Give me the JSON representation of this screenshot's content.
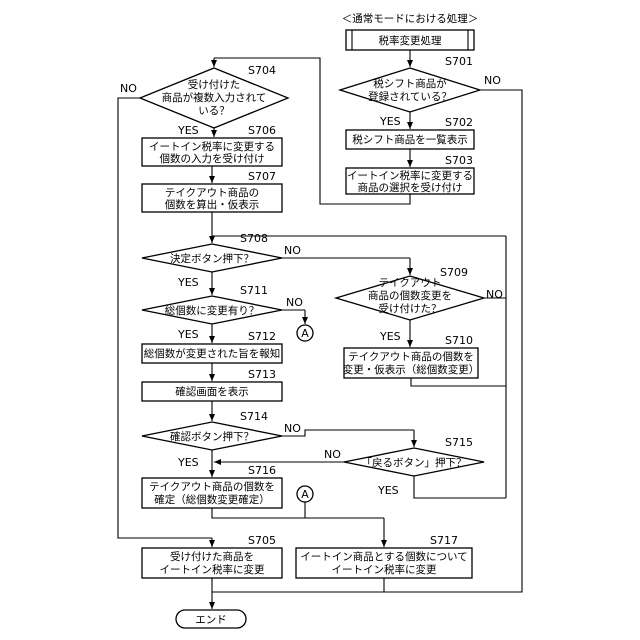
{
  "header": {
    "title": "＜通常モードにおける処理＞"
  },
  "nodes": {
    "start_box": "税率変更処理",
    "s701": {
      "step": "S701",
      "line1": "税シフト商品が",
      "line2": "登録されている？"
    },
    "s702": {
      "step": "S702",
      "line1": "税シフト商品を一覧表示"
    },
    "s703": {
      "step": "S703",
      "line1": "イートイン税率に変更する",
      "line2": "商品の選択を受け付け"
    },
    "s704": {
      "step": "S704",
      "line1": "受け付けた",
      "line2": "商品が複数入力されて",
      "line3": "いる？"
    },
    "s706": {
      "step": "S706",
      "line1": "イートイン税率に変更する",
      "line2": "個数の入力を受け付け"
    },
    "s707": {
      "step": "S707",
      "line1": "テイクアウト商品の",
      "line2": "個数を算出・仮表示"
    },
    "s708": {
      "step": "S708",
      "line1": "決定ボタン押下？"
    },
    "s709": {
      "step": "S709",
      "line1": "テイクアウト",
      "line2": "商品の個数変更を",
      "line3": "受け付けた？"
    },
    "s710": {
      "step": "S710",
      "line1": "テイクアウト商品の個数を",
      "line2": "変更・仮表示（総個数変更）"
    },
    "s711": {
      "step": "S711",
      "line1": "総個数に変更有り？"
    },
    "s712": {
      "step": "S712",
      "line1": "総個数が変更された旨を報知"
    },
    "s713": {
      "step": "S713",
      "line1": "確認画面を表示"
    },
    "s714": {
      "step": "S714",
      "line1": "確認ボタン押下？"
    },
    "s715": {
      "step": "S715",
      "line1": "「戻るボタン」押下？"
    },
    "s716": {
      "step": "S716",
      "line1": "テイクアウト商品の個数を",
      "line2": "確定（総個数変更確定）"
    },
    "s705": {
      "step": "S705",
      "line1": "受け付けた商品を",
      "line2": "イートイン税率に変更"
    },
    "s717": {
      "step": "S717",
      "line1": "イートイン商品とする個数について",
      "line2": "イートイン税率に変更"
    },
    "end": "エンド"
  },
  "labels": {
    "yes": "YES",
    "no": "NO"
  },
  "connectors": {
    "a": "A"
  }
}
